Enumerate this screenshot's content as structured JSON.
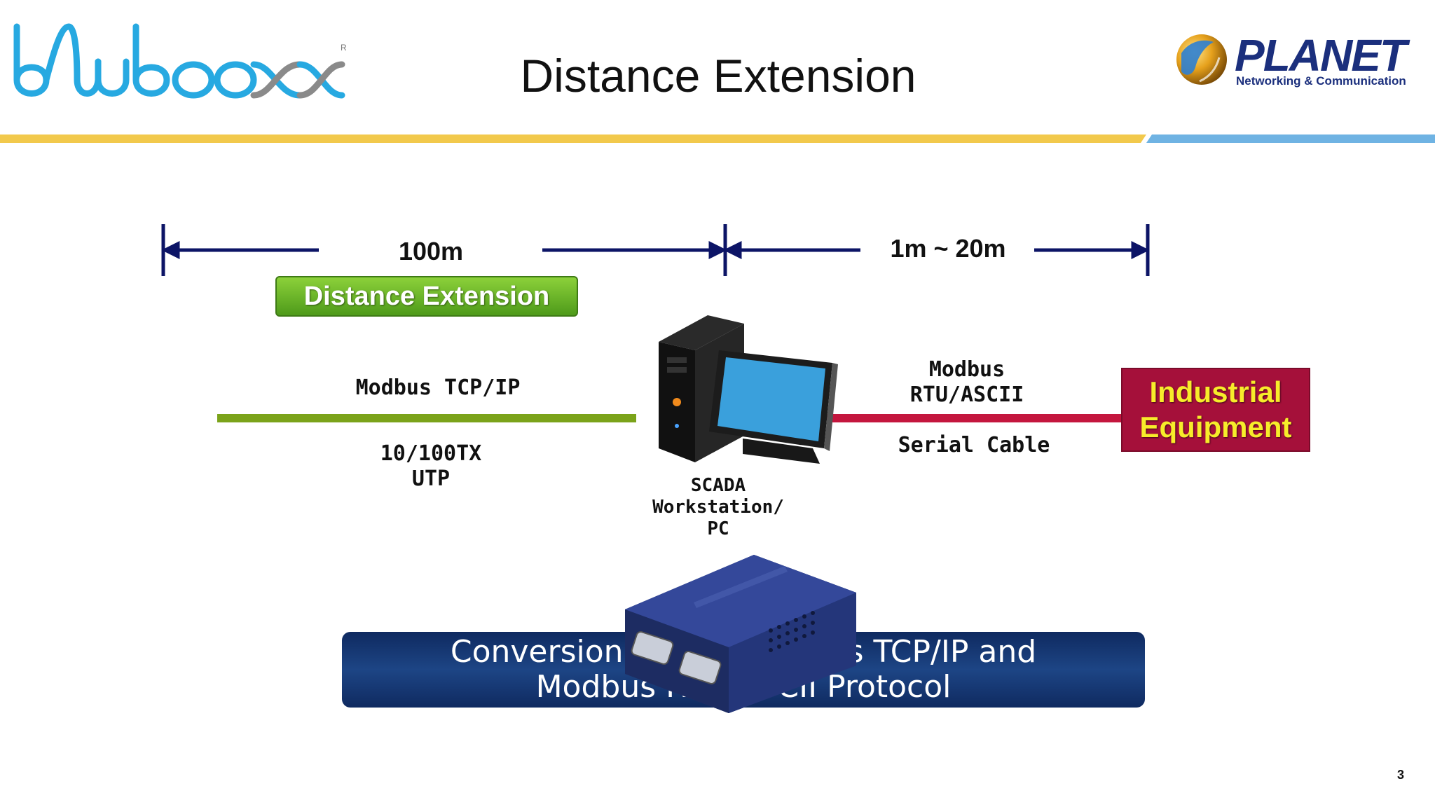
{
  "header": {
    "title": "Distance Extension",
    "left_logo": {
      "name": "blueboxx",
      "registered": "R"
    },
    "right_logo": {
      "name": "PLANET",
      "tagline": "Networking & Communication"
    }
  },
  "diagram": {
    "dim_left": "100m",
    "dim_right": "1m ~ 20m",
    "distance_pill": "Distance Extension",
    "ethernet": {
      "protocol": "Modbus TCP/IP",
      "medium": "10/100TX\nUTP",
      "line_color": "#7ba31a"
    },
    "serial": {
      "protocol": "Modbus\nRTU/ASCII",
      "medium": "Serial Cable",
      "line_color": "#c4163e"
    },
    "workstation_label": "SCADA\nWorkstation/\nPC",
    "equipment_label": "Industrial\nEquipment"
  },
  "banner": {
    "text": "Conversion Bridge Modbus TCP/IP and\nModbus RTU/ASCII Protocol"
  },
  "footer": {
    "page_number": "3"
  },
  "colors": {
    "rule_yellow": "#f2c94c",
    "rule_blue": "#6fb3e3",
    "dimension_navy": "#0c1466",
    "brand_blue": "#1b2f7d",
    "equipment_red": "#a5103a"
  }
}
